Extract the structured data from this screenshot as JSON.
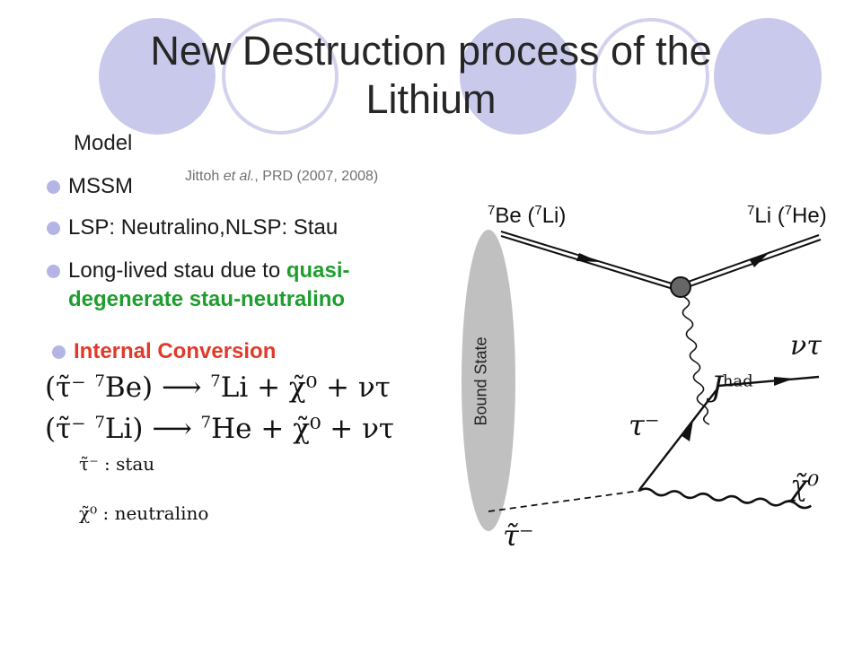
{
  "slide": {
    "title_line1": "New Destruction process of the",
    "title_line2": "Lithium",
    "model_label": "Model",
    "citation_authors": "Jittoh ",
    "citation_etal": "et al.",
    "citation_rest": ", PRD (2007, 2008)",
    "bullets": {
      "mssm": "MSSM",
      "lsp": "LSP: Neutralino,NLSP: Stau",
      "long_lived_prefix": "Long-lived stau due to ",
      "long_lived_green1": "quasi-",
      "long_lived_green2": "degenerate stau-neutralino",
      "internal_conversion": "Internal Conversion"
    },
    "equations": {
      "eq1_left": "(τ̃⁻ ",
      "eq1_mass": "7",
      "eq1_elem": "Be) ⟶ ",
      "eq1_mass2": "7",
      "eq1_rest": "Li + χ̃⁰ + ντ",
      "eq2_left": "(τ̃⁻ ",
      "eq2_mass": "7",
      "eq2_elem": "Li) ⟶ ",
      "eq2_mass2": "7",
      "eq2_rest": "He + χ̃⁰ + ντ"
    },
    "legend": {
      "stau": "τ̃⁻ : stau",
      "neutralino": "χ̃⁰ : neutralino"
    }
  },
  "diagram": {
    "incoming_mass": "7",
    "incoming_a": "Be (",
    "incoming_mass2": "7",
    "incoming_b": "Li)",
    "outgoing_mass": "7",
    "outgoing_a": "Li (",
    "outgoing_mass2": "7",
    "outgoing_b": "He)",
    "bound_state": "Bound State",
    "nu_tau": "ντ",
    "j_had": "J",
    "j_had_sup": "had",
    "tau_minus": "τ⁻",
    "neutralino": "χ̃⁰",
    "stau": "τ̃⁻"
  },
  "colors": {
    "accent_circle": "#c9c9ec",
    "green": "#1f9e2f",
    "red": "#e03a2a",
    "bullet": "#b4b4e6"
  }
}
